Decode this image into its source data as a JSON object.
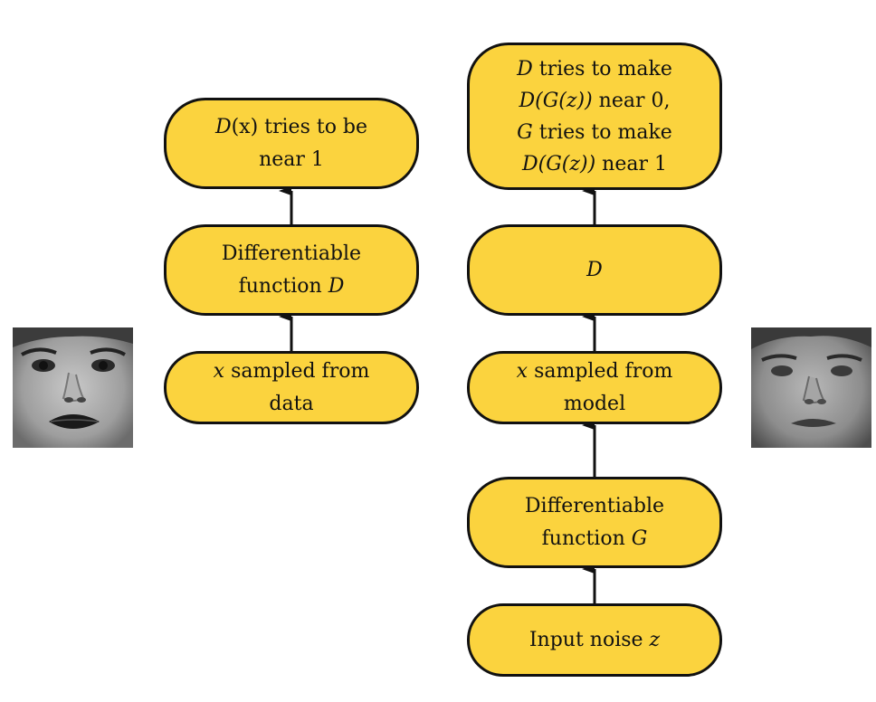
{
  "colors": {
    "node_fill": "#fbd33e",
    "node_border": "#111111",
    "arrow": "#111111"
  },
  "real_path": {
    "discriminator_goal": {
      "line1": [
        "$D",
        "(x) tries to be"
      ],
      "line2": [
        "near 1"
      ]
    },
    "discriminator": {
      "line1": [
        "Differentiable"
      ],
      "line2": [
        "function ",
        "$D"
      ]
    },
    "data_sample": {
      "line1": [
        "$x",
        " sampled from"
      ],
      "line2": [
        "data"
      ]
    },
    "face_image": "real-face-photo"
  },
  "fake_path": {
    "objective": {
      "line1": [
        "$D",
        " tries to make"
      ],
      "line2": [
        "$D(G(z))",
        " near 0,"
      ],
      "line3": [
        "$G",
        " tries to make"
      ],
      "line4": [
        "$D(G(z))",
        " near 1"
      ]
    },
    "discriminator": {
      "line1": [
        "$D"
      ]
    },
    "model_sample": {
      "line1": [
        "$x",
        " sampled from"
      ],
      "line2": [
        "model"
      ]
    },
    "generator": {
      "line1": [
        "Differentiable"
      ],
      "line2": [
        "function ",
        "$G"
      ]
    },
    "noise": {
      "line1": [
        "Input noise ",
        "$z"
      ]
    },
    "face_image": "generated-face-photo"
  }
}
